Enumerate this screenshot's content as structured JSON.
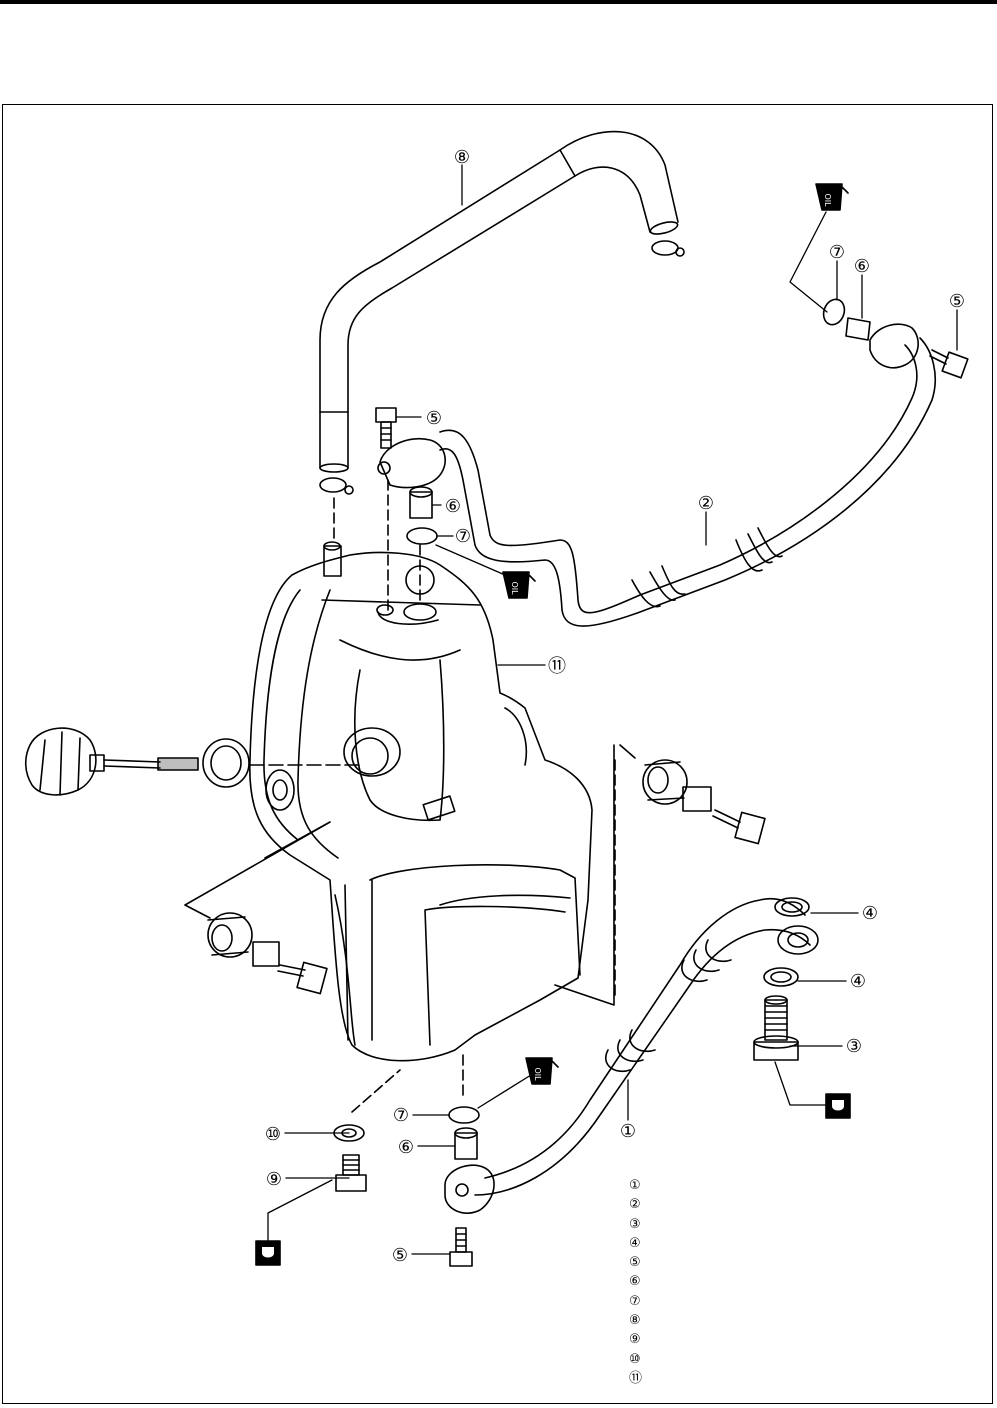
{
  "callouts": {
    "c1": "①",
    "c2": "②",
    "c3": "③",
    "c4": "④",
    "c5": "⑤",
    "c6": "⑥",
    "c7": "⑦",
    "c8": "⑧",
    "c9": "⑨",
    "c10": "⑩",
    "c11": "⑪"
  },
  "oil_label": "OIL",
  "legend": [
    "①",
    "②",
    "③",
    "④",
    "⑤",
    "⑥",
    "⑦",
    "⑧",
    "⑨",
    "⑩",
    "⑪"
  ]
}
